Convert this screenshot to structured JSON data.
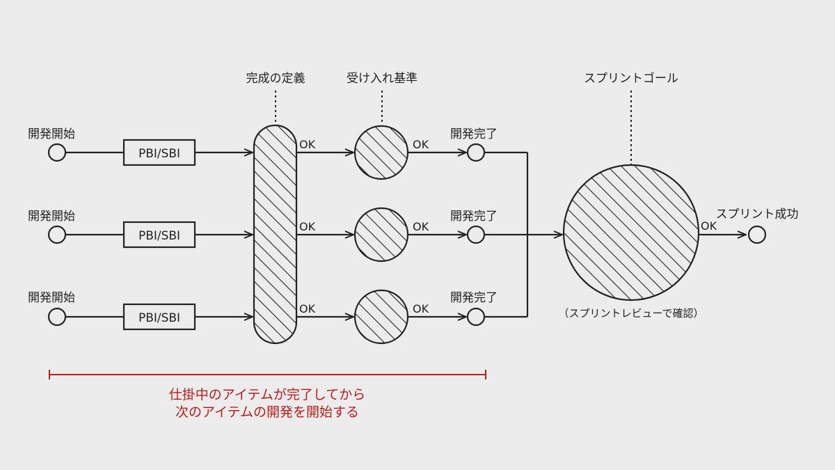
{
  "labels": {
    "definition_of_done": "完成の定義",
    "acceptance_criteria": "受け入れ基準",
    "sprint_goal": "スプリントゴール",
    "dev_start": "開発開始",
    "item": "PBI/SBI",
    "ok": "OK",
    "dev_done": "開発完了",
    "sprint_success": "スプリント成功",
    "sprint_review_note": "（スプリントレビューで確認）"
  },
  "note": {
    "line1": "仕掛中のアイテムが完了してから",
    "line2": "次のアイテムの開発を開始する"
  },
  "colors": {
    "ink": "#222222",
    "accent": "#b71c1c",
    "background": "#ececec"
  }
}
